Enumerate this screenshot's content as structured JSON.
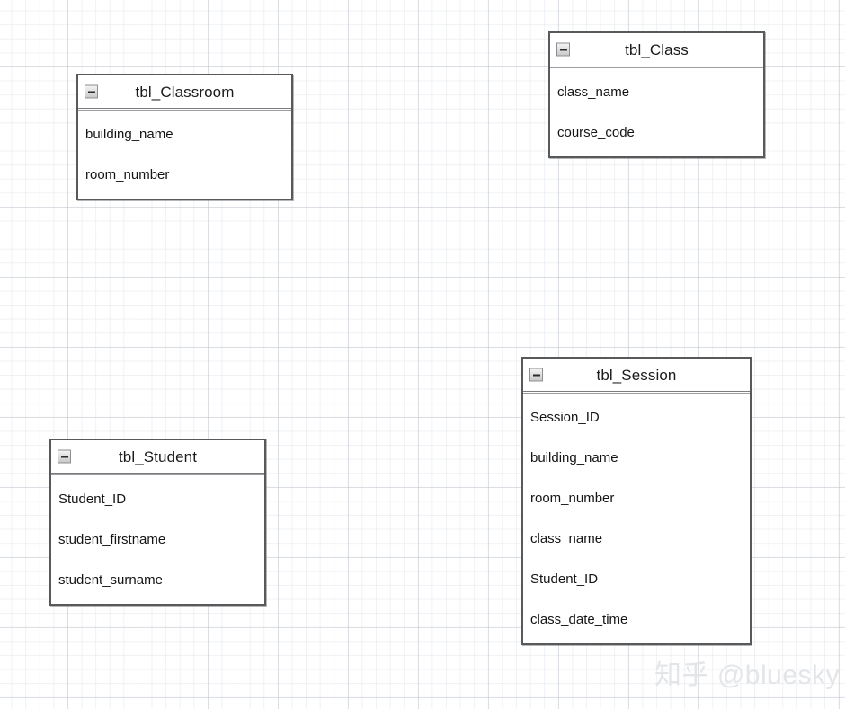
{
  "diagram": {
    "type": "entity-relationship-diagram",
    "background": {
      "grid": true,
      "minor_grid_color": "#cdd2da",
      "major_grid_color": "#b9becb",
      "canvas_color": "#ffffff"
    },
    "entity_border_color": "#58595b",
    "text_color": "#141414",
    "tables": [
      {
        "id": "tbl-classroom",
        "title": "tbl_Classroom",
        "collapse_icon": "collapse-minus-icon",
        "fields": [
          "building_name",
          "room_number"
        ]
      },
      {
        "id": "tbl-class",
        "title": "tbl_Class",
        "collapse_icon": "collapse-minus-icon",
        "fields": [
          "class_name",
          "course_code"
        ]
      },
      {
        "id": "tbl-student",
        "title": "tbl_Student",
        "collapse_icon": "collapse-minus-icon",
        "fields": [
          "Student_ID",
          "student_firstname",
          "student_surname"
        ]
      },
      {
        "id": "tbl-session",
        "title": "tbl_Session",
        "collapse_icon": "collapse-minus-icon",
        "fields": [
          "Session_ID",
          "building_name",
          "room_number",
          "class_name",
          "Student_ID",
          "class_date_time"
        ]
      }
    ]
  },
  "watermark": {
    "text": "知乎 @bluesky",
    "color": "#e3e5e9"
  }
}
